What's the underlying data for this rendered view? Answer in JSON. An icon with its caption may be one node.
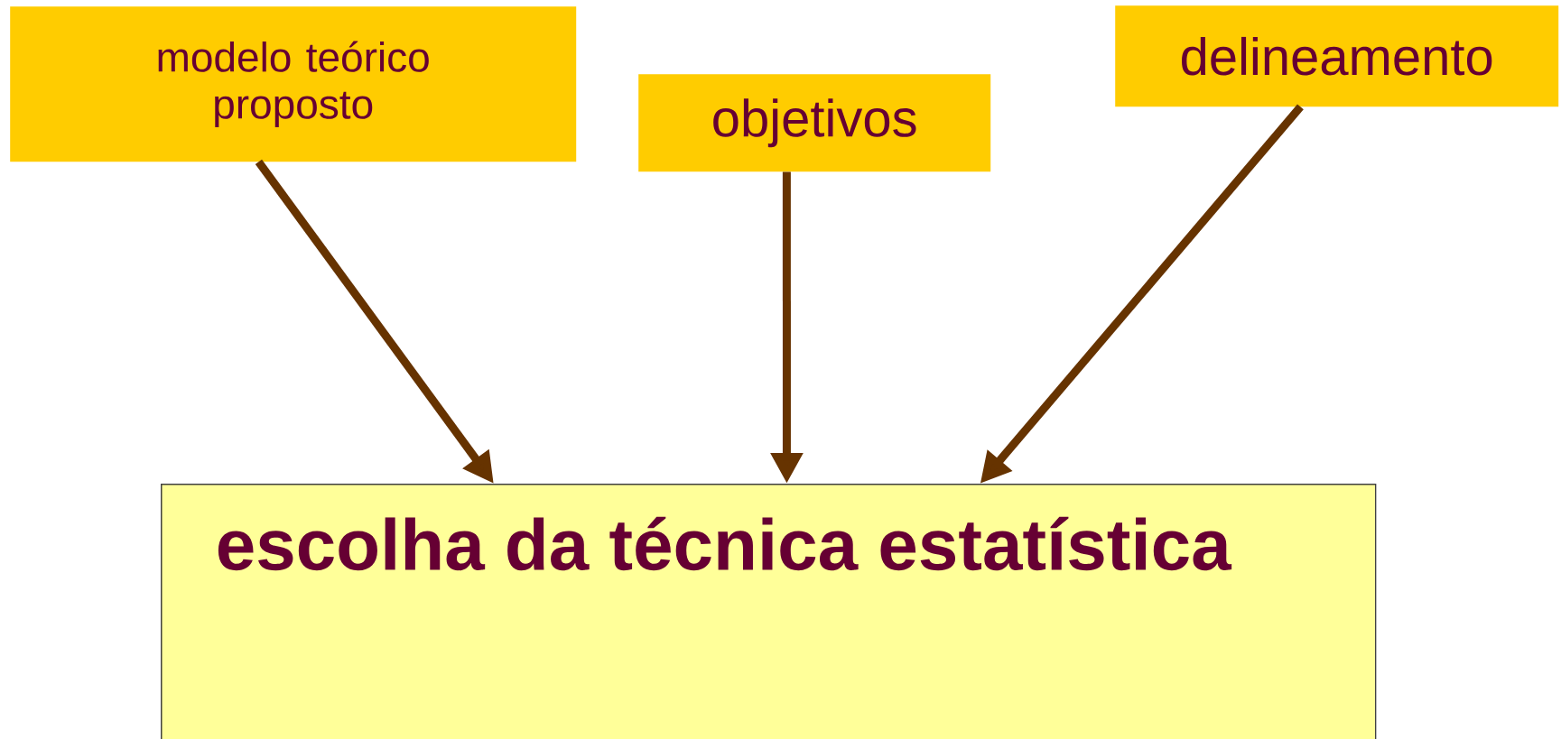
{
  "diagram": {
    "nodes": [
      {
        "text": [
          "modelo teórico proposto"
        ]
      },
      {
        "text": [
          "objetivos"
        ]
      },
      {
        "text": [
          "delineamento"
        ]
      },
      {
        "text": [
          "escolha da técnica estatística"
        ]
      }
    ],
    "edges": [
      {
        "from": 0,
        "to": 3,
        "arrow": "to"
      },
      {
        "from": 1,
        "to": 3,
        "arrow": "to"
      },
      {
        "from": 2,
        "to": 3,
        "arrow": "to"
      }
    ]
  }
}
